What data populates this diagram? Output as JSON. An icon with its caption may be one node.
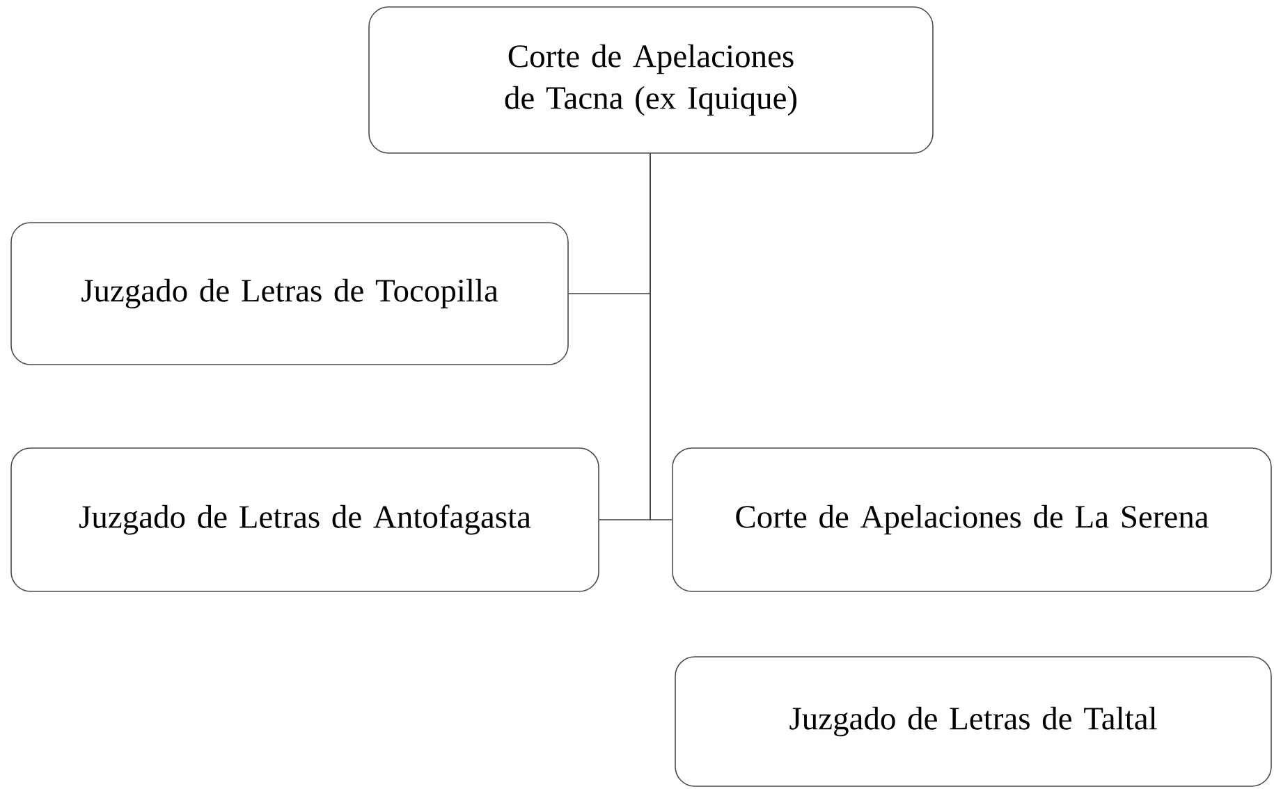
{
  "diagram": {
    "nodes": [
      {
        "text": [
          "Corte de Apelaciones de Tacna (ex Iquique)"
        ]
      },
      {
        "text": [
          "Juzgado de Letras de Tocopilla"
        ]
      },
      {
        "text": [
          "Juzgado de Letras de Antofagasta"
        ]
      },
      {
        "text": [
          "Corte de Apelaciones de La Serena"
        ]
      },
      {
        "text": [
          "Juzgado de Letras de Taltal"
        ]
      }
    ],
    "edges": [
      {
        "from": 0,
        "to": 1,
        "arrow": "none"
      },
      {
        "from": 0,
        "to": 2,
        "arrow": "none"
      },
      {
        "from": 0,
        "to": 3,
        "arrow": "none"
      }
    ]
  }
}
